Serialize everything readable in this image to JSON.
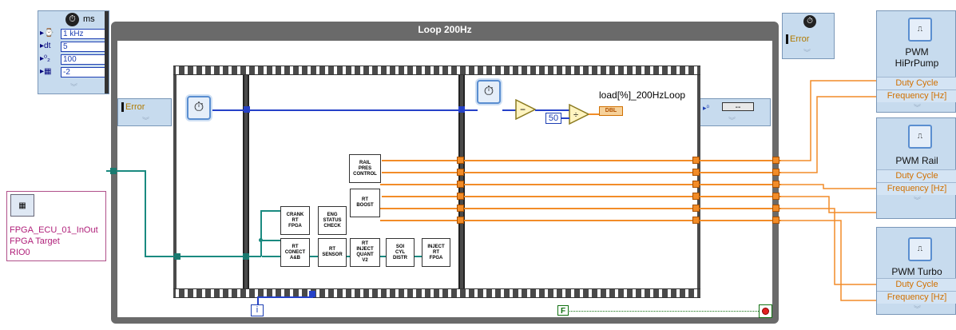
{
  "timing_node": {
    "unit": "ms",
    "rows": [
      {
        "label": "▸⌚",
        "value": "1 kHz"
      },
      {
        "label": "▸dt",
        "value": "5"
      },
      {
        "label": "▸⁰₂",
        "value": "100"
      },
      {
        "label": "▸▦",
        "value": "-2"
      }
    ]
  },
  "loop": {
    "title": "Loop 200Hz"
  },
  "error_in": {
    "label": "Error"
  },
  "error_out": {
    "label": "Error"
  },
  "output_indicator": {
    "value": "--"
  },
  "sequence_frame2": {
    "subvis": [
      {
        "label": "RAIL\nPRES\nCONTROL"
      },
      {
        "label": "CRANK\nRT\nFPGA"
      },
      {
        "label": "ENG\nSTATUS\nCHECK"
      },
      {
        "label": "RT\nBOOST"
      },
      {
        "label": "RT\nCONECT\nA&B"
      },
      {
        "label": "RT\nSENSOR"
      },
      {
        "label": "RT\nINJECT\nQUANT\nV2"
      },
      {
        "label": "SOI\nCYL\nDISTR"
      },
      {
        "label": "INJECT\nRT\nFPGA"
      }
    ]
  },
  "sequence_frame3": {
    "load_label": "load[%]_200HzLoop",
    "const_50": "50",
    "dbl_tag": "DBL"
  },
  "iteration_terminal": "i",
  "stop_constant": "F",
  "fpga_ref": {
    "lines": [
      "FPGA_ECU_01_InOut",
      "FPGA Target",
      "RIO0"
    ]
  },
  "pwm_nodes": [
    {
      "title": "PWM\nHiPrPump",
      "fields": [
        "Duty Cycle",
        "Frequency [Hz]"
      ]
    },
    {
      "title": "PWM Rail",
      "fields": [
        "Duty Cycle",
        "Frequency [Hz]"
      ]
    },
    {
      "title": "PWM Turbo",
      "fields": [
        "Duty Cycle",
        "Frequency [Hz]"
      ]
    }
  ],
  "colors": {
    "wire_error": "#b09060",
    "wire_refnum": "#1a8a80",
    "wire_numeric": "#2541c8",
    "wire_double": "#f28c28"
  }
}
